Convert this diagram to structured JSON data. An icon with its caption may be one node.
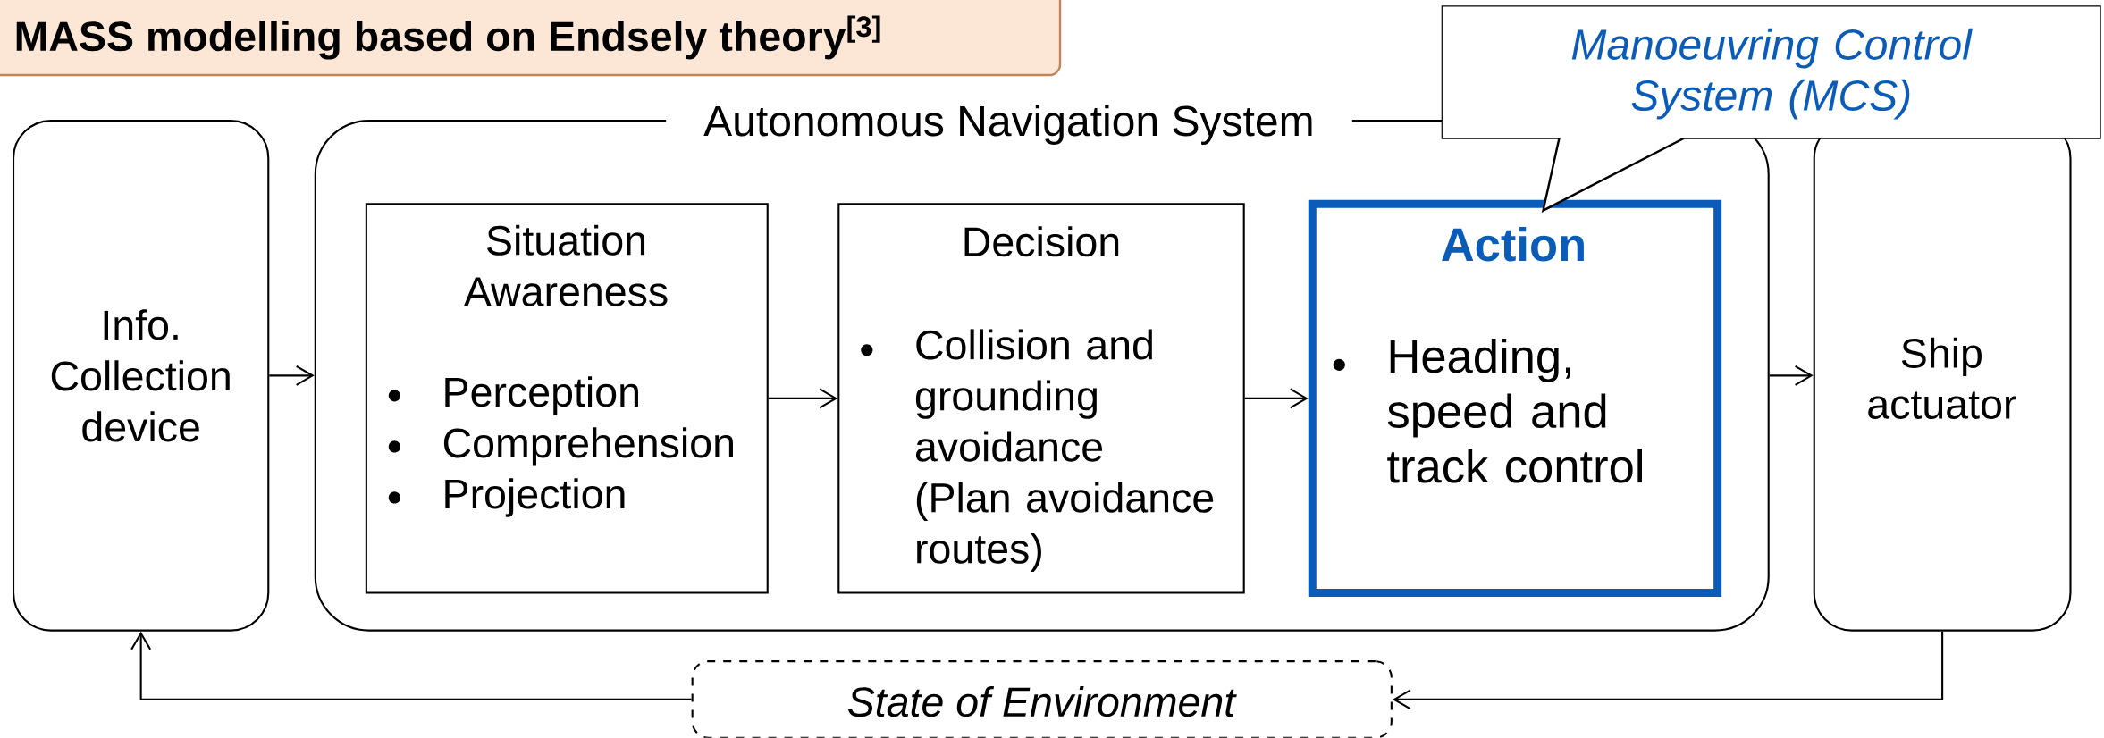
{
  "diagram": {
    "title": "MASS modelling based on Endsely theory$^{[3]}$",
    "nodes": [
      {
        "text": [
          "Info. Collection device"
        ]
      },
      {
        "text": [
          "Autonomous Navigation System"
        ]
      },
      {
        "text": [
          "Situation Awareness",
          "Perception",
          "Comprehension",
          "Projection"
        ],
        "in": 1
      },
      {
        "text": [
          "Decision",
          "Collision and grounding avoidance (Plan avoidance routes)"
        ],
        "in": 1
      },
      {
        "text": [
          "Action",
          "Heading, speed and track control"
        ],
        "in": 1
      },
      {
        "text": [
          "Ship actuator"
        ]
      },
      {
        "text": [
          "State of Environment"
        ]
      },
      {
        "text": [
          "Manoeuvring Control System (MCS)"
        ]
      }
    ],
    "edges": [
      {
        "from": 0,
        "to": 1,
        "arrow": "to"
      },
      {
        "from": 2,
        "to": 3,
        "arrow": "to"
      },
      {
        "from": 3,
        "to": 4,
        "arrow": "to"
      },
      {
        "from": 1,
        "to": 5,
        "arrow": "to"
      },
      {
        "from": 5,
        "to": 6,
        "arrow": "to"
      },
      {
        "from": 6,
        "to": 0,
        "arrow": "to"
      }
    ]
  }
}
